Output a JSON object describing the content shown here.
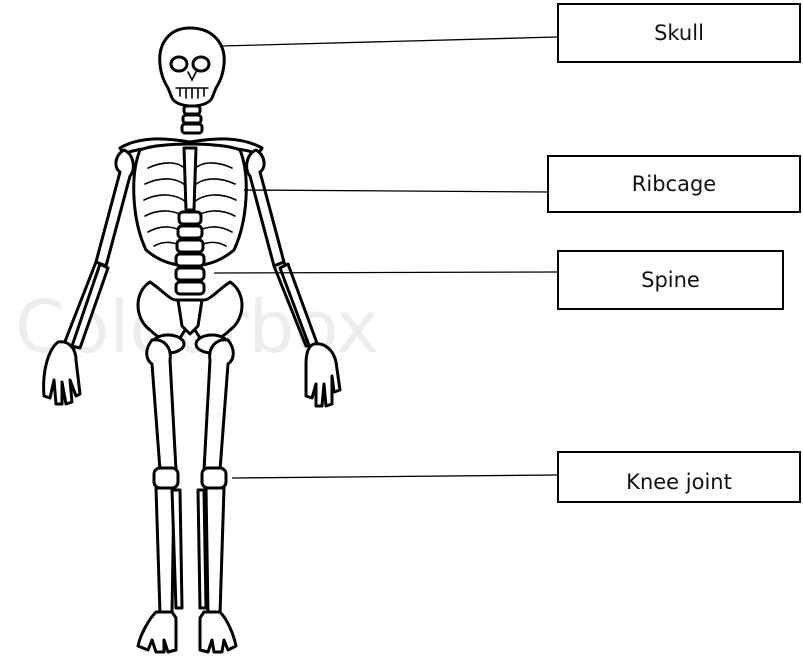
{
  "labels": {
    "skull": "Skull",
    "ribcage": "Ribcage",
    "spine": "Spine",
    "knee": "Knee joint"
  },
  "watermark": "Colourbox",
  "colors": {
    "line": "#000000",
    "background": "#ffffff",
    "watermark": "#ededed"
  }
}
